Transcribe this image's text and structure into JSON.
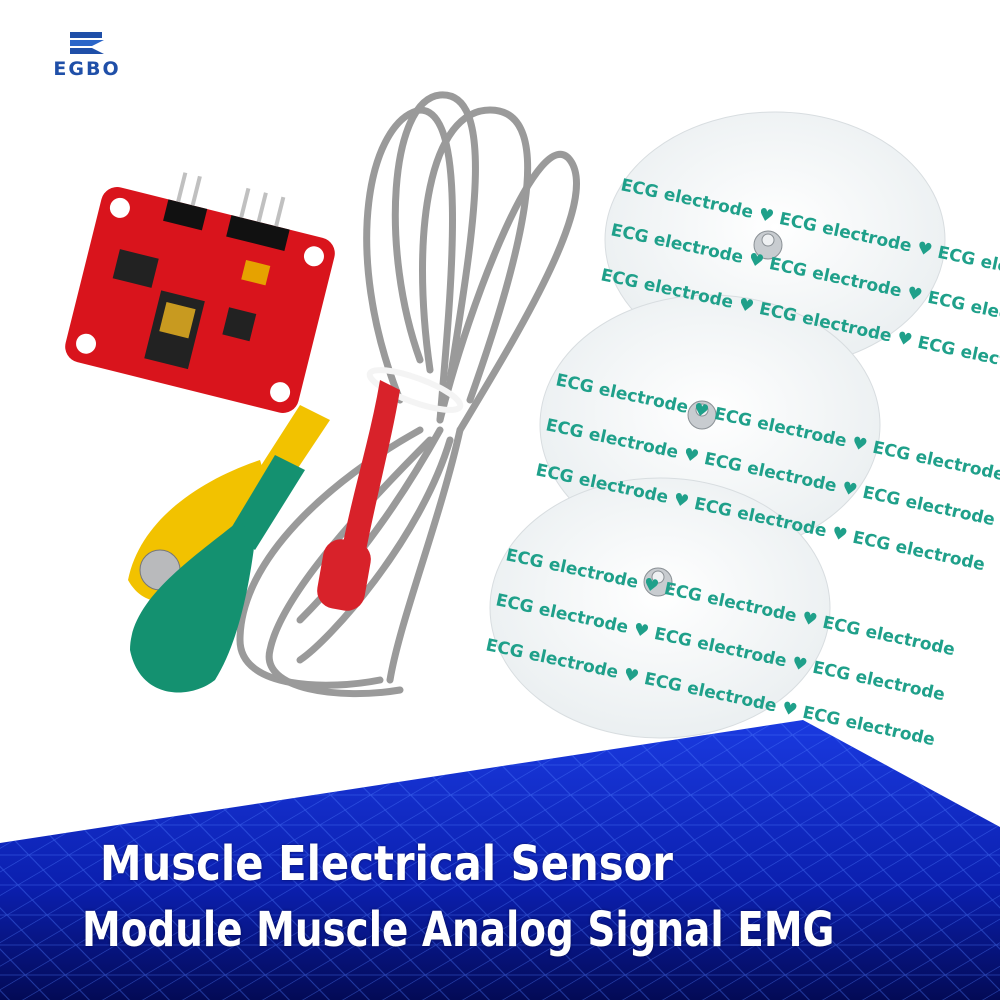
{
  "brand": {
    "logo_text": "EGBO",
    "color": "#1f4fa8"
  },
  "product": {
    "electrode_print": "ECG electrode ♥ ECG electrode ♥ ECG electrode",
    "lead_colors": {
      "yellow": "#f2c200",
      "green": "#149170",
      "red": "#d8222a"
    },
    "pcb_color": "#d9141c"
  },
  "banner": {
    "line1": "Muscle Electrical Sensor",
    "line2": "Module Muscle Analog Signal EMG",
    "color": "#0a1fb8"
  }
}
